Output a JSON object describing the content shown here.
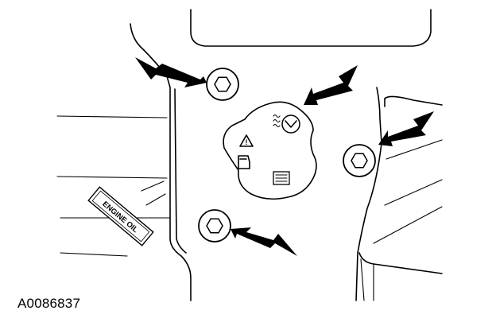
{
  "figure": {
    "id": "A0086837",
    "label_text": "ENGINE OIL"
  },
  "callouts": [
    {
      "name": "bolt-top-left-arrow",
      "points_to": "bolt-top-left"
    },
    {
      "name": "oil-cap-arrow",
      "points_to": "oil-filler-cap"
    },
    {
      "name": "bolt-right-arrow",
      "points_to": "bolt-right"
    },
    {
      "name": "bolt-bottom-arrow",
      "points_to": "bolt-bottom"
    }
  ],
  "colors": {
    "ink": "#000000",
    "paper": "#ffffff"
  }
}
